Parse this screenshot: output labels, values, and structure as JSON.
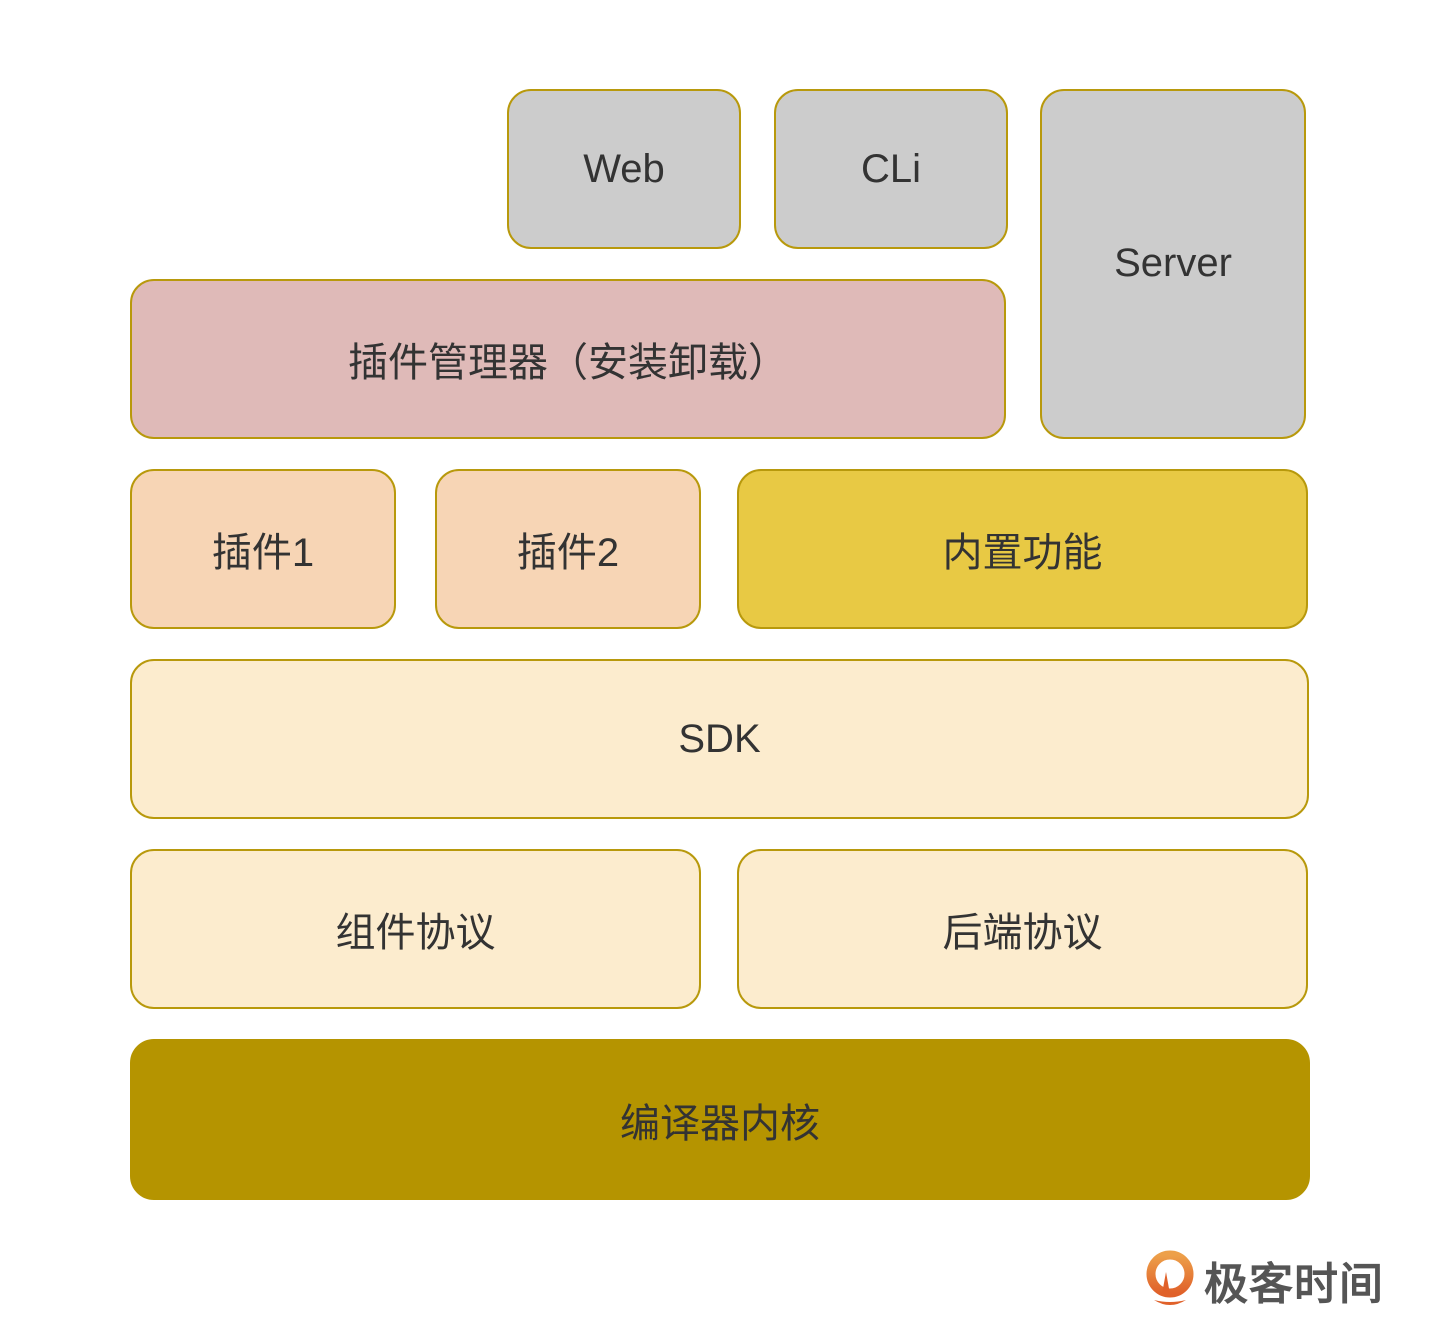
{
  "diagram": {
    "web": "Web",
    "cli": "CLi",
    "server": "Server",
    "plugin_manager": "插件管理器（安装卸载）",
    "plugin1": "插件1",
    "plugin2": "插件2",
    "builtin": "内置功能",
    "sdk": "SDK",
    "component_protocol": "组件协议",
    "backend_protocol": "后端协议",
    "compiler_core": "编译器内核"
  },
  "logo": {
    "text": "极客时间"
  },
  "colors": {
    "border": "#b8990c",
    "gray": "#cccccc",
    "pink": "#dfbab8",
    "peach": "#f7d5b5",
    "yellow": "#e8c944",
    "cream": "#fcecce",
    "core": "#b59400",
    "logo_orange": "#e8732f"
  }
}
